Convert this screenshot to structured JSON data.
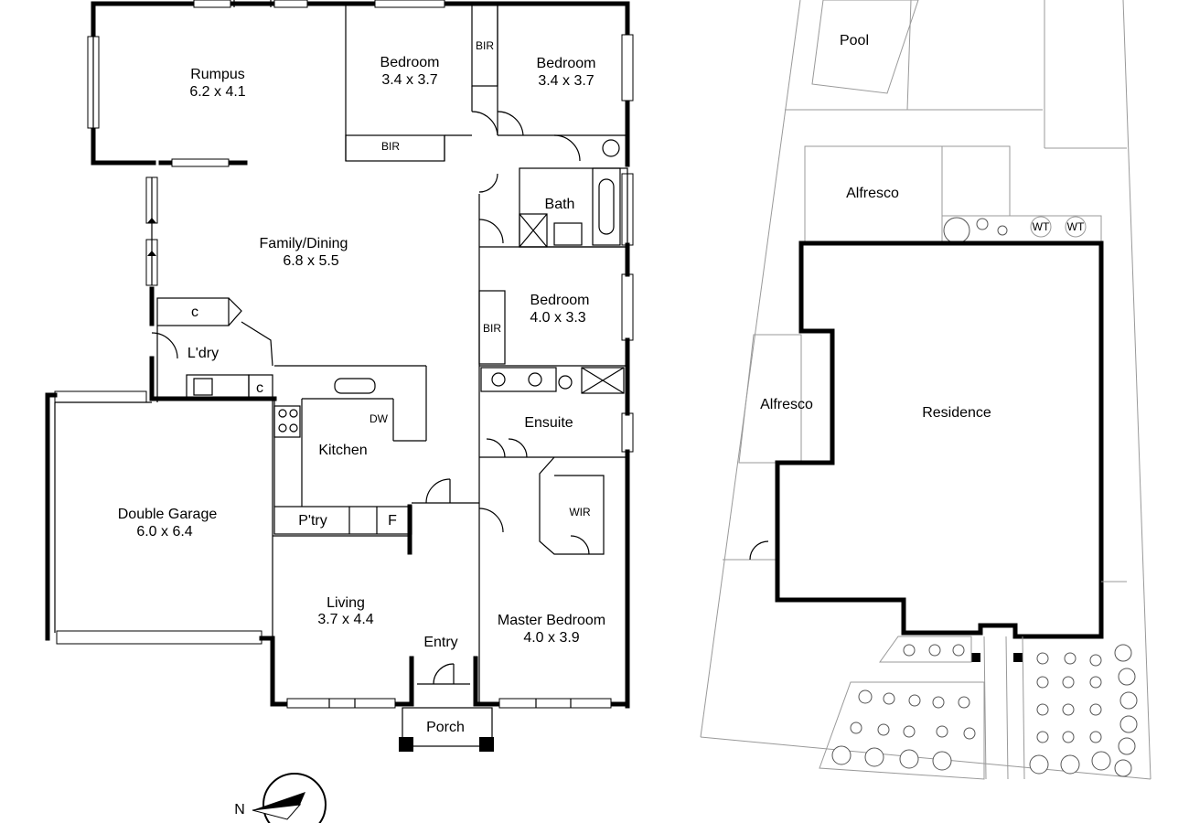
{
  "floor_plan": {
    "rooms": [
      {
        "id": "rumpus",
        "name": "Rumpus",
        "size": "6.2 x 4.1"
      },
      {
        "id": "bedroom1",
        "name": "Bedroom",
        "size": "3.4 x 3.7"
      },
      {
        "id": "bedroom2",
        "name": "Bedroom",
        "size": "3.4 x 3.7"
      },
      {
        "id": "family-dining",
        "name": "Family/Dining",
        "size": "6.8 x 5.5"
      },
      {
        "id": "bedroom3",
        "name": "Bedroom",
        "size": "4.0 x 3.3"
      },
      {
        "id": "double-garage",
        "name": "Double Garage",
        "size": "6.0 x 6.4"
      },
      {
        "id": "living",
        "name": "Living",
        "size": "3.7 x 4.4"
      },
      {
        "id": "master-bedroom",
        "name": "Master Bedroom",
        "size": "4.0 x 3.9"
      }
    ],
    "labels": {
      "bir_top": "BIR",
      "bir_bottom": "BIR",
      "bir_side": "BIR",
      "bath": "Bath",
      "laundry": "L'dry",
      "cupboard1": "c",
      "cupboard2": "c",
      "kitchen": "Kitchen",
      "dishwasher": "DW",
      "ensuite": "Ensuite",
      "pantry": "P'try",
      "fridge": "F",
      "wir": "WIR",
      "entry": "Entry",
      "porch": "Porch"
    },
    "compass": "N"
  },
  "site_plan": {
    "labels": {
      "pool": "Pool",
      "alfresco_top": "Alfresco",
      "alfresco_side": "Alfresco",
      "residence": "Residence",
      "water_tank_1": "WT",
      "water_tank_2": "WT"
    }
  }
}
